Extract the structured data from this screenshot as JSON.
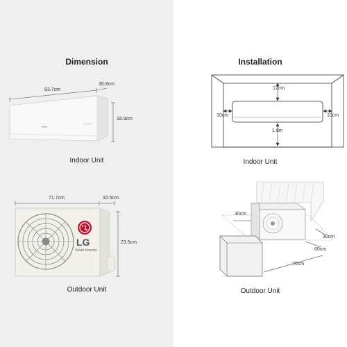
{
  "dimension": {
    "title": "Dimension",
    "indoor": {
      "caption": "Indoor Unit",
      "width": "83.7cm",
      "depth": "30.8cm",
      "height": "18.9cm"
    },
    "outdoor": {
      "caption": "Outdoor Unit",
      "width": "71.7cm",
      "depth": "32.5cm",
      "height": "23.5cm",
      "brand": "LG",
      "model_text": "Smart Inverter"
    }
  },
  "installation": {
    "title": "Installation",
    "indoor": {
      "caption": "Indoor Unit",
      "top_clearance": "12cm",
      "left_clearance": "10cm",
      "right_clearance": "10cm",
      "bottom_clearance": "1.8m"
    },
    "outdoor": {
      "caption": "Outdoor Unit",
      "top_left_clearance": "30cm",
      "back_clearance": "30cm",
      "side_clearance": "60cm",
      "front_clearance": "70cm"
    }
  },
  "colors": {
    "left_background": "#efefef",
    "lg_red": "#c8102e"
  }
}
